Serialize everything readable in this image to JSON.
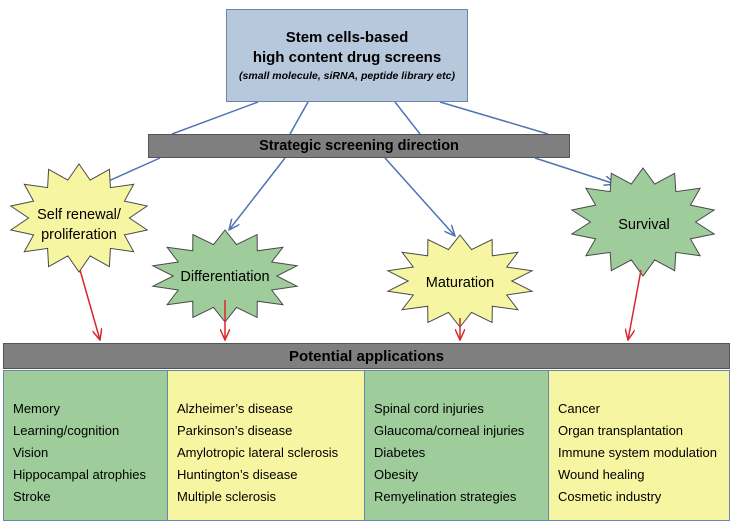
{
  "top": {
    "title_line1": "Stem cells-based",
    "title_line2": "high content drug screens",
    "subtitle": "(small molecule, siRNA, peptide library etc)"
  },
  "direction_label": "Strategic screening direction",
  "directions": [
    {
      "line1": "Self renewal/",
      "line2": "proliferation",
      "color": "#f6f5a2"
    },
    {
      "line1": "Differentiation",
      "line2": "",
      "color": "#9fcc9b"
    },
    {
      "line1": "Maturation",
      "line2": "",
      "color": "#f6f5a2"
    },
    {
      "line1": "Survival",
      "line2": "",
      "color": "#9fcc9b"
    }
  ],
  "applications_label": "Potential applications",
  "columns": [
    {
      "color": "#9fcc9b",
      "items": [
        "Memory",
        "Learning/cognition",
        "Vision",
        "Hippocampal atrophies",
        "Stroke"
      ]
    },
    {
      "color": "#f6f5a2",
      "items": [
        "Alzheimer’s disease",
        "Parkinson’s disease",
        "Amylotropic lateral sclerosis",
        "Huntington’s disease",
        "Multiple sclerosis"
      ]
    },
    {
      "color": "#9fcc9b",
      "items": [
        "Spinal cord injuries",
        "Glaucoma/corneal injuries",
        "Diabetes",
        "Obesity",
        "Remyelination strategies"
      ]
    },
    {
      "color": "#f6f5a2",
      "items": [
        "Cancer",
        "Organ transplantation",
        "Immune system modulation",
        "Wound healing",
        "Cosmetic industry"
      ]
    }
  ],
  "colors": {
    "blue_arrow": "#4f74b4",
    "red_arrow": "#d9262c",
    "bar": "#7f7f7f",
    "top_box": "#b7c7dc"
  }
}
